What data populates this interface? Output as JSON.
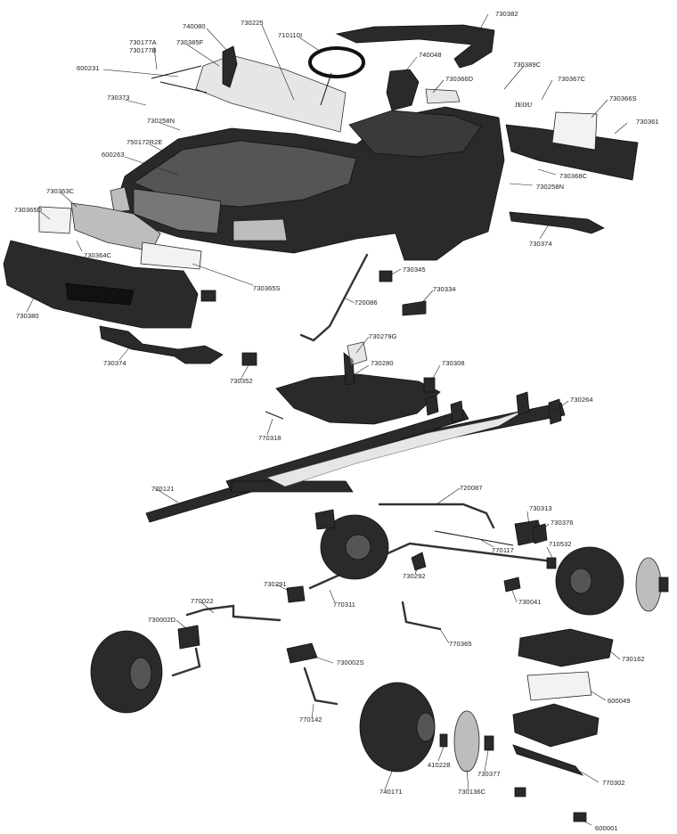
{
  "labels": {
    "l730382": "730382",
    "l740080": "740080",
    "l730225": "730225",
    "l710110i": "710110I",
    "l730177a": "730177A",
    "l730177b": "730177B",
    "l730385f": "730385F",
    "l600231": "600231",
    "l740048": "740048",
    "l730389c": "730389C",
    "l730366d": "730366D",
    "l730367c": "730367C",
    "l730373": "730373",
    "l730366s": "730366S",
    "l730361": "730361",
    "l730258n_a": "730258N",
    "l750172r2e": "750172R2E",
    "l600263": "600263",
    "l730368c": "730368C",
    "l730258n_b": "730258N",
    "l730363c": "730363C",
    "l730365d": "730365D",
    "l730374_a": "730374",
    "l730364c": "730364C",
    "l730345": "730345",
    "l730365s": "730365S",
    "l730334": "730334",
    "l730380": "730380",
    "l720086": "720086",
    "l730279g": "730279G",
    "l730374_b": "730374",
    "l730280": "730280",
    "l730308": "730308",
    "l730352": "730352",
    "l730264": "730264",
    "l770318": "770318",
    "l720121": "720121",
    "l720087": "720087",
    "l730313": "730313",
    "l730376": "730376",
    "l770117": "770117",
    "l710532": "710532",
    "l730292": "730292",
    "l730291": "730291",
    "l770311": "770311",
    "l730041": "730041",
    "l770022": "770022",
    "l730002d": "730002D",
    "l770365": "770365",
    "l730162": "730162",
    "l730002s": "730002S",
    "l600049": "600049",
    "l770142": "770142",
    "l410228": "410228",
    "l730377": "730377",
    "l770302": "770302",
    "l740171": "740171",
    "l730136c": "730136C",
    "l600001": "600001",
    "emblem": "ᴊᴇᴏᴜ"
  }
}
